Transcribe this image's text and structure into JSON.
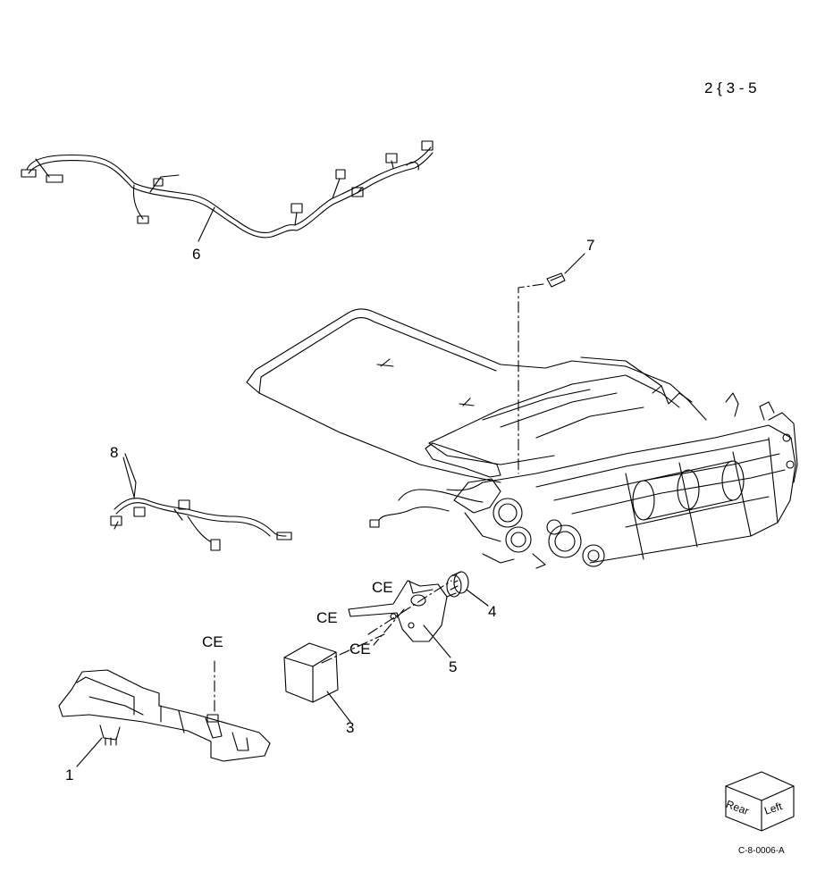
{
  "figure_ref": "2 { 3 - 5",
  "figure_code": "C-8-0006-A",
  "orientation_cube": {
    "face_rear": "Rear",
    "face_left": "Left"
  },
  "callouts": {
    "c1": "1",
    "c3": "3",
    "c4": "4",
    "c5": "5",
    "c6": "6",
    "c7": "7",
    "c8": "8"
  },
  "ce_labels": [
    "CE",
    "CE",
    "CE",
    "CE"
  ]
}
